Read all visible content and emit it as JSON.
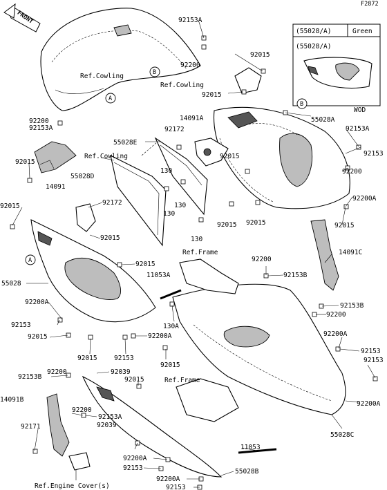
{
  "figure_code": "F2872",
  "front_label": "FRONT",
  "legend": {
    "row1_code": "(55028/A)",
    "row1_color": "Green",
    "row2_code": "(55028/A)",
    "row2_variant": "WOD"
  },
  "reference_markers": [
    "A",
    "B"
  ],
  "labels": {
    "ref_cowling_1": "Ref.Cowling",
    "ref_cowling_2": "Ref.Cowling",
    "ref_cowling_3": "Ref.Cowling",
    "ref_frame_1": "Ref.Frame",
    "ref_frame_2": "Ref.Frame",
    "ref_engine_cover": "Ref.Engine Cover(s)",
    "p92153A_top": "92153A",
    "p92200_top": "92200",
    "p92015_top": "92015",
    "p92015_b": "92015",
    "p55028A": "55028A",
    "p92153A_r": "92153A",
    "p92153_r": "92153",
    "p92200_r": "92200",
    "p92200A_r": "92200A",
    "p92015_r": "92015",
    "p14091A": "14091A",
    "p92172_a": "92172",
    "p55028E": "55028E",
    "p55028D": "55028D",
    "p92015_c": "92015",
    "p92015_d": "92015",
    "p92015_e": "92015",
    "p130_a": "130",
    "p130_b": "130",
    "p130_c": "130",
    "p130_d": "130",
    "p92200_left": "92200",
    "p92153A_left": "92153A",
    "p92015_left1": "92015",
    "p14091": "14091",
    "p92015_left2": "92015",
    "p92172_b": "92172",
    "p92015_f": "92015",
    "p92015_g": "92015",
    "p55028": "55028",
    "p92200A_l": "92200A",
    "p92153_l": "92153",
    "p92015_l3": "92015",
    "p92015_l4": "92015",
    "p92153_l2": "92153",
    "p92200A_mid": "92200A",
    "p11053A": "11053A",
    "p130A": "130A",
    "p92015_mid": "92015",
    "p92200_mid": "92200",
    "p92153B_mid": "92153B",
    "p14091C": "14091C",
    "p92153B_r": "92153B",
    "p92200_r2": "92200",
    "p92200A_r2": "92200A",
    "p92153_r2": "92153",
    "p92153_r3": "92153",
    "p92200A_r3": "92200A",
    "p55028C": "55028C",
    "p92200_bl": "92200",
    "p92039_a": "92039",
    "p92015_bl": "92015",
    "p92153B_bl": "92153B",
    "p14091B": "14091B",
    "p92171": "92171",
    "p92200_bl2": "92200",
    "p92153A_bl": "92153A",
    "p92039_b": "92039",
    "p11053": "11053",
    "p92200A_b": "92200A",
    "p92153_b": "92153",
    "p55028B": "55028B",
    "p92200A_b2": "92200A",
    "p92153_b2": "92153"
  }
}
